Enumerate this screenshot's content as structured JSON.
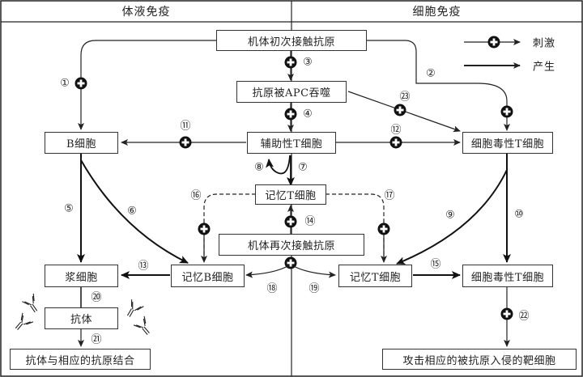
{
  "headers": {
    "left": "体液免疫",
    "right": "细胞免疫"
  },
  "legend": {
    "stimulate": "刺激",
    "produce": "产生"
  },
  "nodes": {
    "first_contact": "机体初次接触抗原",
    "apc": "抗原被APC吞噬",
    "helper_t": "辅助性T细胞",
    "b_cell": "B细胞",
    "cytotoxic_t_top": "细胞毒性T细胞",
    "memory_t_center": "记忆T细胞",
    "second_contact": "机体再次接触抗原",
    "plasma_cell": "浆细胞",
    "memory_b": "记忆B细胞",
    "memory_t_right": "记忆T细胞",
    "cytotoxic_t_bottom": "细胞毒性T细胞",
    "antibody": "抗体",
    "antibody_binding": "抗体与相应的抗原结合",
    "attack_target": "攻击相应的被抗原入侵的靶细胞"
  },
  "labels": {
    "n1": "①",
    "n2": "②",
    "n3": "③",
    "n4": "④",
    "n5": "⑤",
    "n6": "⑥",
    "n7": "⑦",
    "n8": "⑧",
    "n9": "⑨",
    "n10": "⑩",
    "n11": "⑪",
    "n12": "⑫",
    "n13": "⑬",
    "n14": "⑭",
    "n15": "⑮",
    "n16": "⑯",
    "n17": "⑰",
    "n18": "⑱",
    "n19": "⑲",
    "n20": "⑳",
    "n21": "㉑",
    "n22": "㉒",
    "n23": "㉓"
  }
}
